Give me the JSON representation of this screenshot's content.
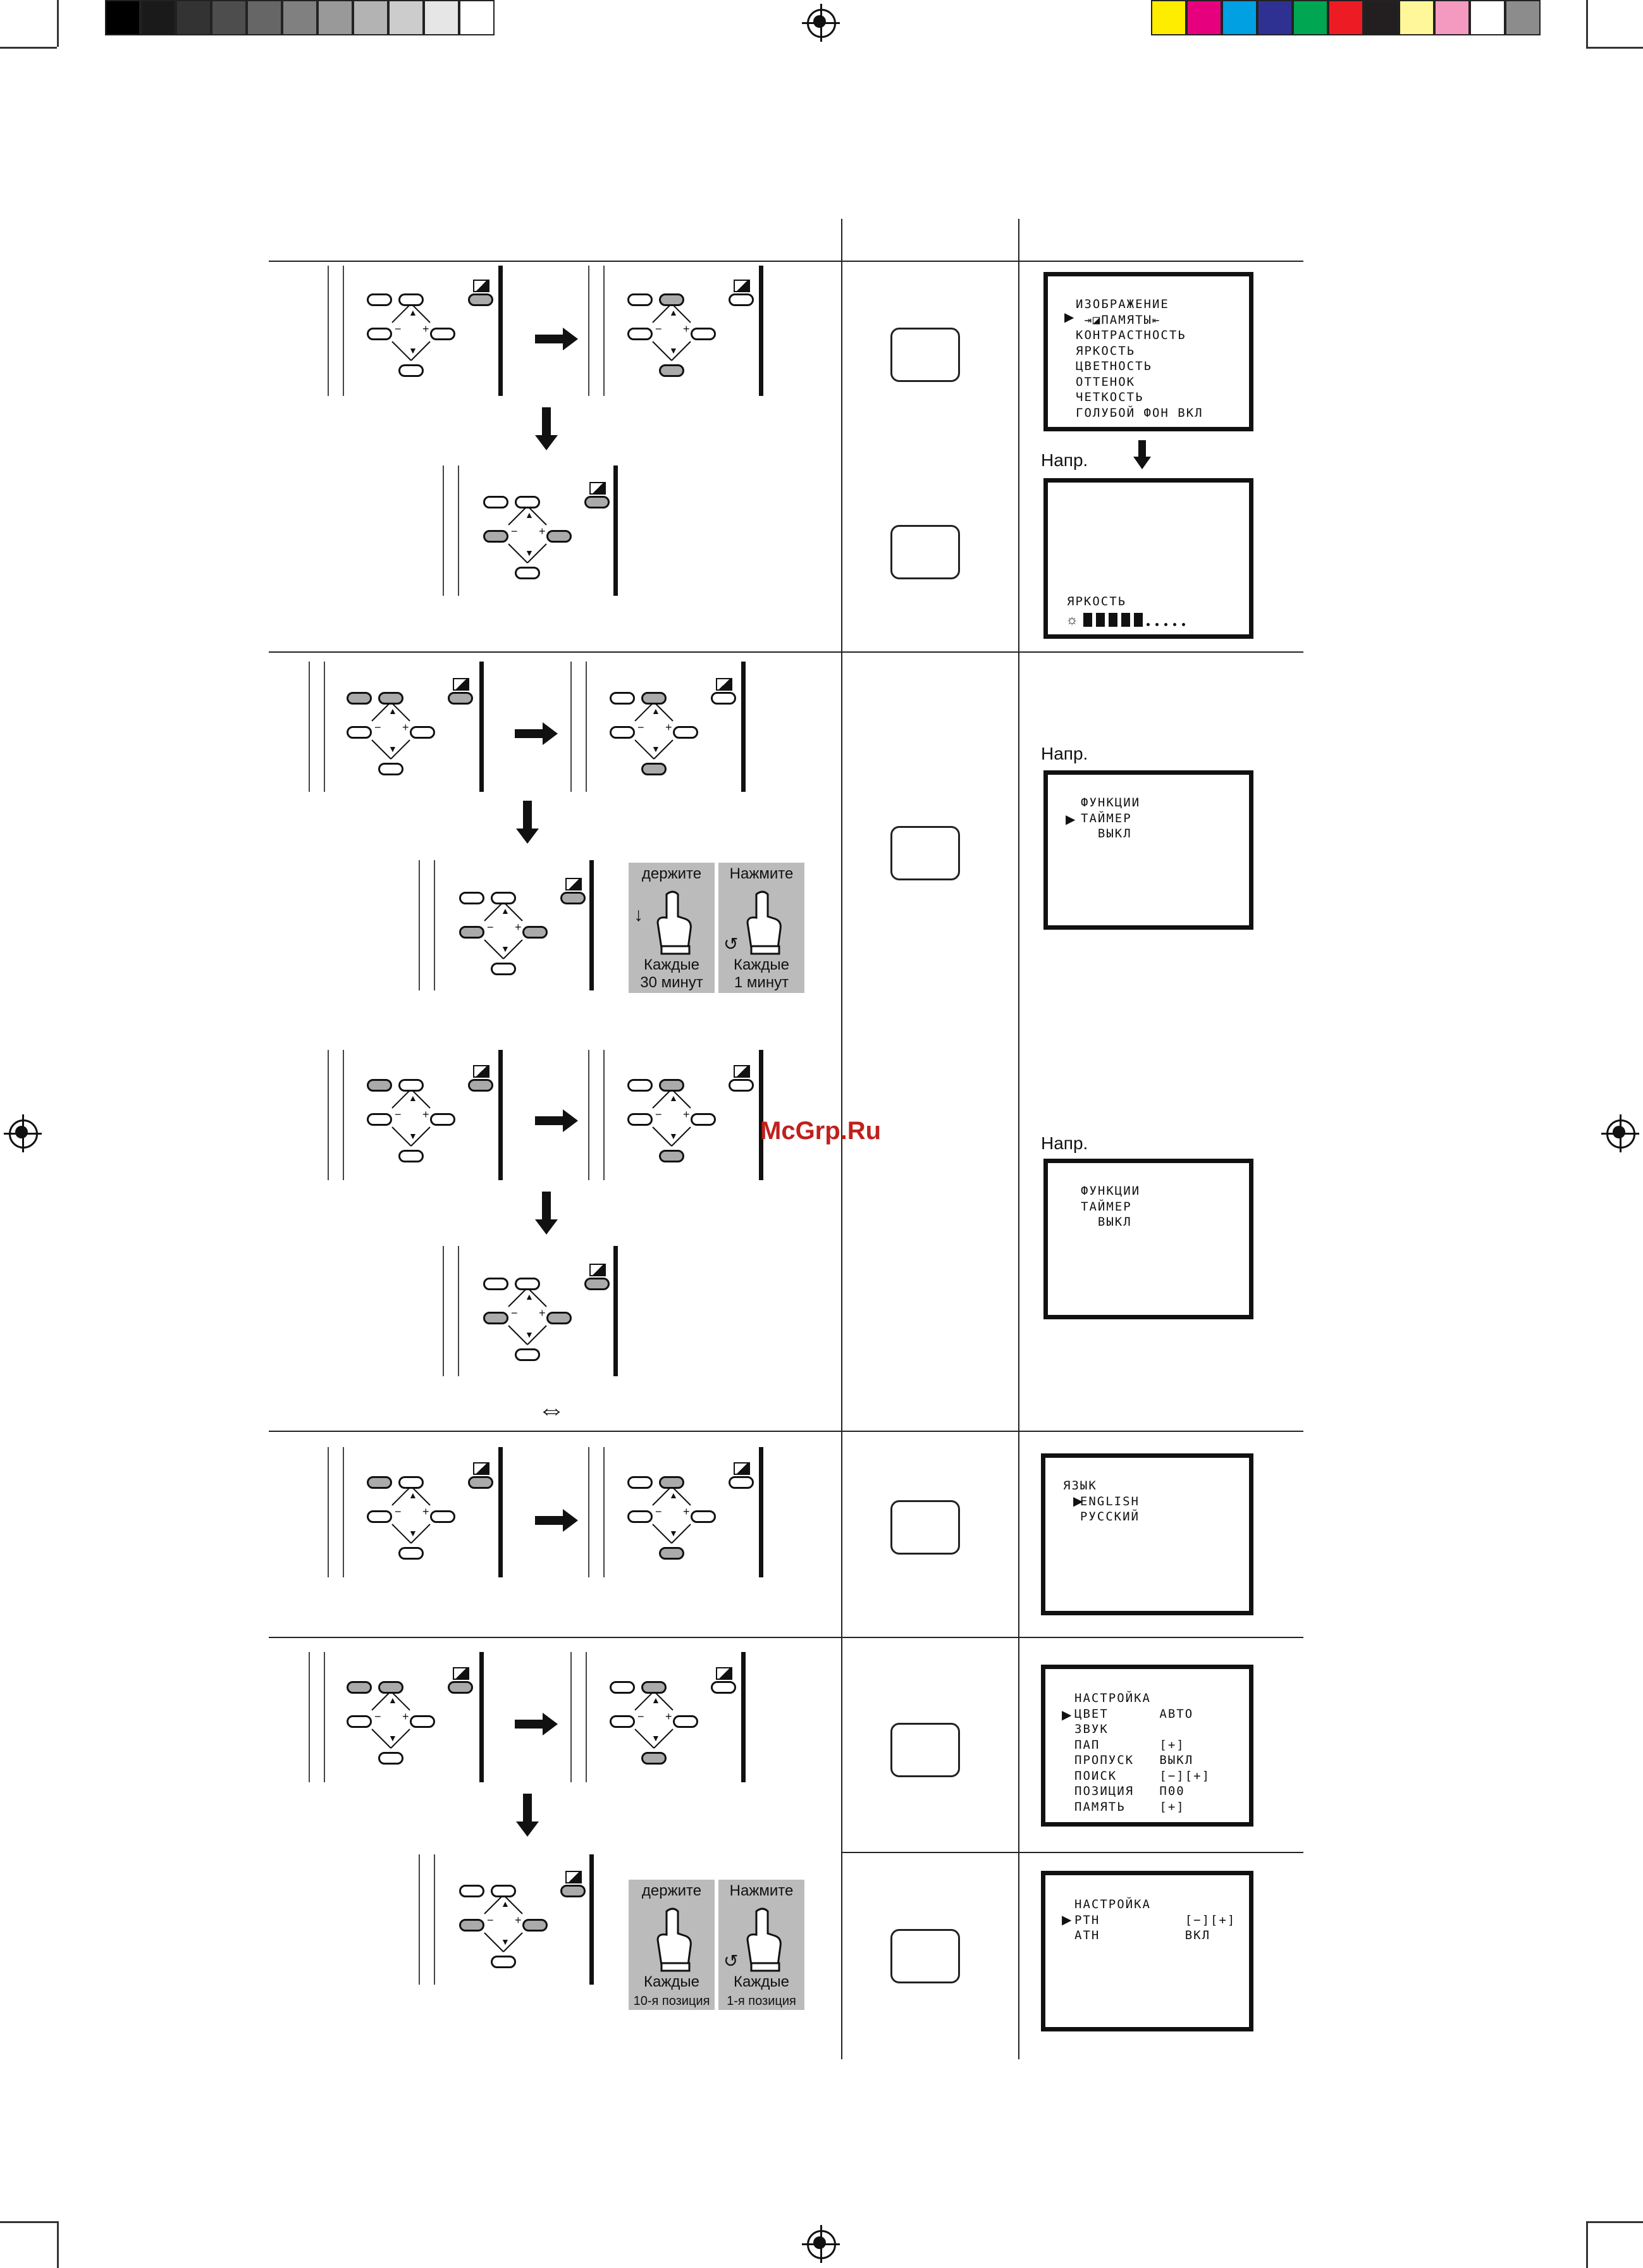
{
  "color_bars": {
    "gray": [
      "#000000",
      "#1a1a1a",
      "#333333",
      "#4d4d4d",
      "#666666",
      "#808080",
      "#999999",
      "#b3b3b3",
      "#cccccc",
      "#e6e6e6",
      "#ffffff"
    ],
    "colors": [
      "#ffed00",
      "#e6007e",
      "#00a0e3",
      "#2e3192",
      "#00a651",
      "#ed1c24",
      "#231f20",
      "#fff799",
      "#f49ac1",
      "#ffffff",
      "#8c8c8c"
    ]
  },
  "watermark": "McGrp.Ru",
  "screens": {
    "picture": {
      "lines": "ИЗОБРАЖЕНИЕ\n ⇥◪ПАМЯТЫ⇤\nКОНТРАСТНОСТЬ\nЯРКОСТЬ\nЦВЕТНОСТЬ\nОТТЕНОК\nЧЕТКОСТЬ\nГОЛУБОЙ ФОН ВКЛ"
    },
    "example_label_1": "Напр.",
    "brightness": {
      "label": "ЯРКОСТЬ",
      "level": 0.5
    },
    "example_label_2": "Напр.",
    "functions_1": {
      "lines": "ФУНКЦИИ\nТАЙМЕР\n  ВЫКЛ"
    },
    "example_label_3": "Напр.",
    "functions_2": {
      "lines": "ФУНКЦИИ\nТАЙМЕР\n  ВЫКЛ"
    },
    "language": {
      "lines": "ЯЗЫК\n  ENGLISH\n  РУССКИЙ"
    },
    "setup_1": {
      "lines": "НАСТРОЙКА\nЦВЕТ      АВТО\nЗВУК\nПАП       [+]\nПРОПУСК   ВЫКЛ\nПОИСК     [−][+]\nПОЗИЦИЯ   П00\nПАМЯТЬ    [+]"
    },
    "setup_2": {
      "lines": "НАСТРОЙКА\nРТН          [−][+]\nАТН          ВКЛ"
    }
  },
  "hold_panels": {
    "timer": {
      "hold_title": "держите",
      "hold_line1": "Каждые",
      "hold_line2": "30 минут",
      "press_title": "Нажмите",
      "press_line1": "Каждые",
      "press_line2": "1 минут"
    },
    "setup": {
      "hold_title": "держите",
      "hold_line1": "Каждые",
      "hold_line2": "10-я позиция",
      "press_title": "Нажмите",
      "press_line1": "Каждые",
      "press_line2": "1-я позиция"
    }
  },
  "symbols": {
    "double_arrow": "⇔",
    "up": "▲",
    "down": "▼",
    "minus": "−",
    "plus": "+"
  }
}
